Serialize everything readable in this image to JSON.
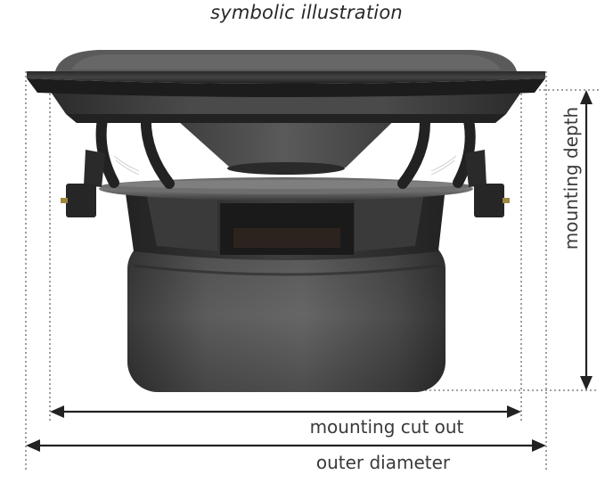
{
  "caption": "symbolic illustration",
  "labels": {
    "mounting_depth": "mounting depth",
    "mounting_cut_out": "mounting cut out",
    "outer_diameter": "outer diameter"
  },
  "colors": {
    "dimension_line": "#222222",
    "dotted_guide": "#6a6a6a",
    "speaker_dark": "#2e2e2e",
    "speaker_mid": "#4a4a4a",
    "speaker_light": "#6a6a6a"
  }
}
